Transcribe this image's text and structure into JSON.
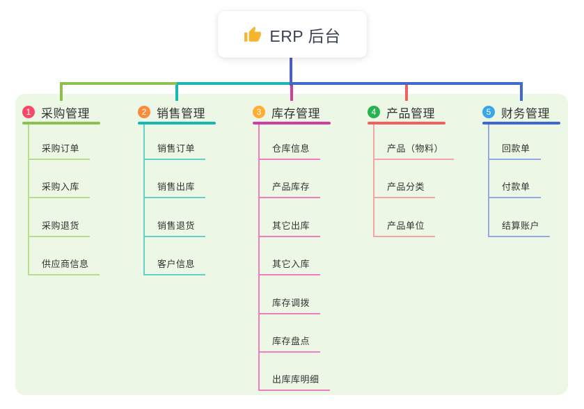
{
  "canvas": {
    "background": "#ffffff",
    "panel_background": "#ecf7e6",
    "root_connector": "#4d5ec6"
  },
  "root": {
    "icon": "thumbs-up-icon",
    "icon_color": "#f5b52e",
    "title": "ERP 后台"
  },
  "branches": [
    {
      "index": "1",
      "label": "采购管理",
      "colors": {
        "badge": "#f5496b",
        "line": "#8cc152",
        "child_line": "#b7dd90"
      },
      "children": [
        "采购订单",
        "采购入库",
        "采购退货",
        "供应商信息"
      ]
    },
    {
      "index": "2",
      "label": "销售管理",
      "colors": {
        "badge": "#fa8b3c",
        "line": "#17b8b0",
        "child_line": "#66cfc7"
      },
      "children": [
        "销售订单",
        "销售出库",
        "销售退货",
        "客户信息"
      ]
    },
    {
      "index": "3",
      "label": "库存管理",
      "colors": {
        "badge": "#ffae2f",
        "line": "#cf3e9e",
        "child_line": "#f07cc1"
      },
      "children": [
        "仓库信息",
        "产品库存",
        "其它出库",
        "其它入库",
        "库存调拨",
        "库存盘点",
        "出库库明细"
      ]
    },
    {
      "index": "4",
      "label": "产品管理",
      "colors": {
        "badge": "#27b353",
        "line": "#f25f5f",
        "child_line": "#f8a3a3"
      },
      "children": [
        "产品（物料）",
        "产品分类",
        "产品单位"
      ]
    },
    {
      "index": "5",
      "label": "财务管理",
      "colors": {
        "badge": "#3aa6ea",
        "line": "#3e69d2",
        "child_line": "#93a9e8"
      },
      "children": [
        "回款单",
        "付款单",
        "结算账户"
      ]
    }
  ]
}
